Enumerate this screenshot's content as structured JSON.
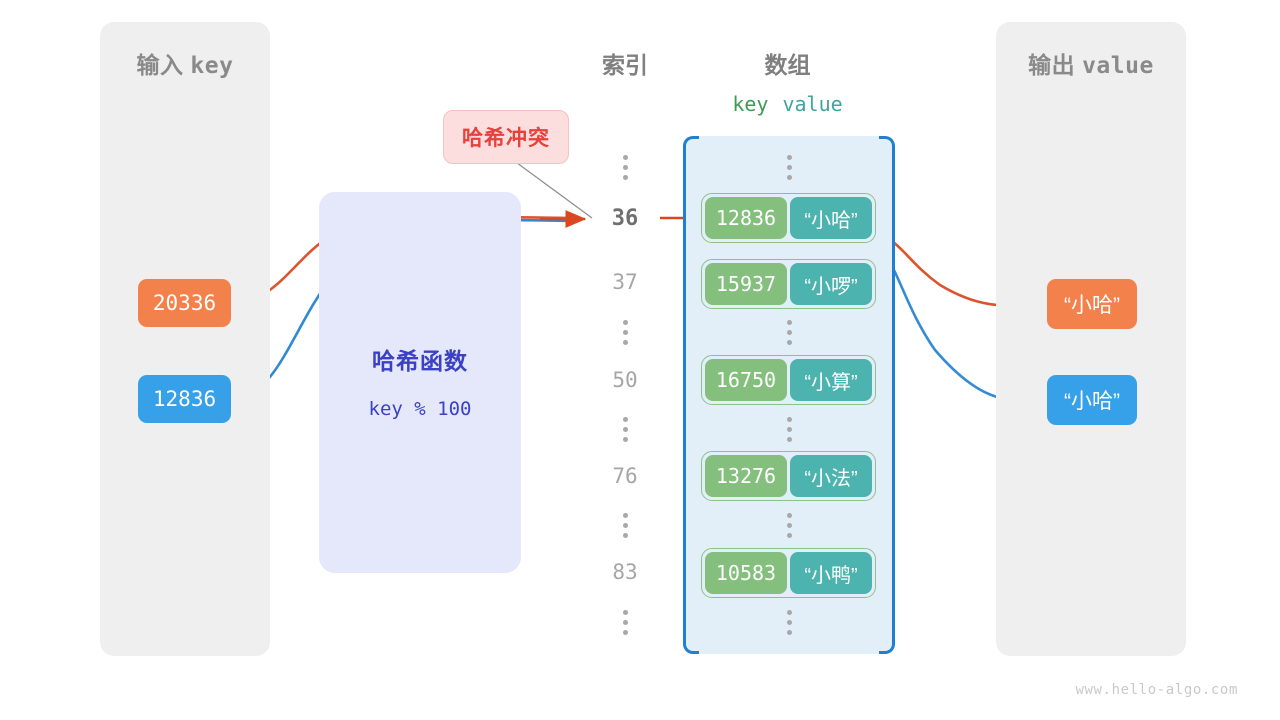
{
  "panels": {
    "input": {
      "title_cn": "输入",
      "title_mono": "key"
    },
    "output": {
      "title_cn": "输出",
      "title_mono": "value"
    }
  },
  "headings": {
    "index": "索引",
    "array": "数组",
    "key_col": "key",
    "value_col": "value"
  },
  "hash_function": {
    "title": "哈希函数",
    "expression": "key % 100"
  },
  "annotation": {
    "collision_label": "哈希冲突"
  },
  "inputs": [
    {
      "value": "20336",
      "color": "#f2814c"
    },
    {
      "value": "12836",
      "color": "#36a1e8"
    }
  ],
  "outputs": [
    {
      "value": "“小哈”",
      "color": "#f2814c"
    },
    {
      "value": "“小哈”",
      "color": "#36a1e8"
    }
  ],
  "indices": [
    {
      "label": "36",
      "active": true
    },
    {
      "label": "37",
      "active": false
    },
    {
      "label": "50",
      "active": false
    },
    {
      "label": "76",
      "active": false
    },
    {
      "label": "83",
      "active": false
    }
  ],
  "buckets": [
    {
      "key": "12836",
      "value": "“小哈”"
    },
    {
      "key": "15937",
      "value": "“小啰”"
    },
    {
      "key": "16750",
      "value": "“小算”"
    },
    {
      "key": "13276",
      "value": "“小法”"
    },
    {
      "key": "10583",
      "value": "“小鸭”"
    }
  ],
  "colors": {
    "panel_bg": "#efefef",
    "array_bg": "#e2eff9",
    "array_bracket": "#1f7fd0",
    "key_cell": "#84bf7e",
    "value_cell": "#4cb3ae",
    "pair_outline": "#8fc08a",
    "hash_bg": "#e4e8fa",
    "hash_text": "#3b40c4",
    "collision_bg": "#fbdedd",
    "collision_text": "#e8403a",
    "orange": "#f2814c",
    "blue": "#36a1e8",
    "arrow_orange": "#d9481e",
    "arrow_blue": "#1f7fd0",
    "heading_gray": "#808080"
  },
  "watermark": "www.hello-algo.com"
}
